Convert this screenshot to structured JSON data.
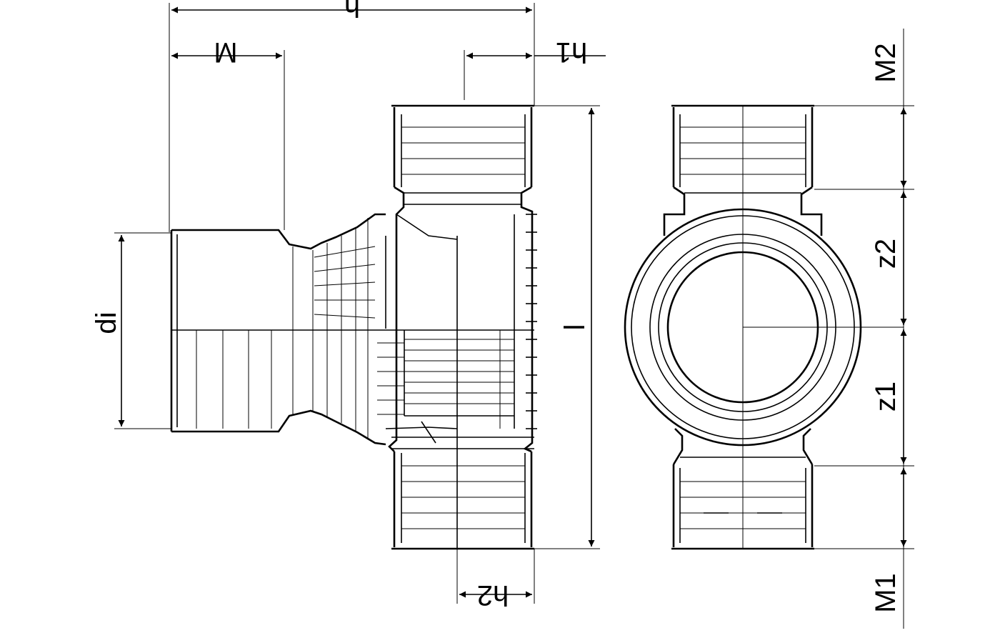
{
  "drawing": {
    "side_view_labels": {
      "h": "h",
      "M": "M",
      "h1": "h1",
      "h2": "h2",
      "di": "di",
      "l": "l"
    },
    "front_view_labels": {
      "M2": "M2",
      "z2": "z2",
      "z1": "z1",
      "M1": "M1"
    }
  }
}
